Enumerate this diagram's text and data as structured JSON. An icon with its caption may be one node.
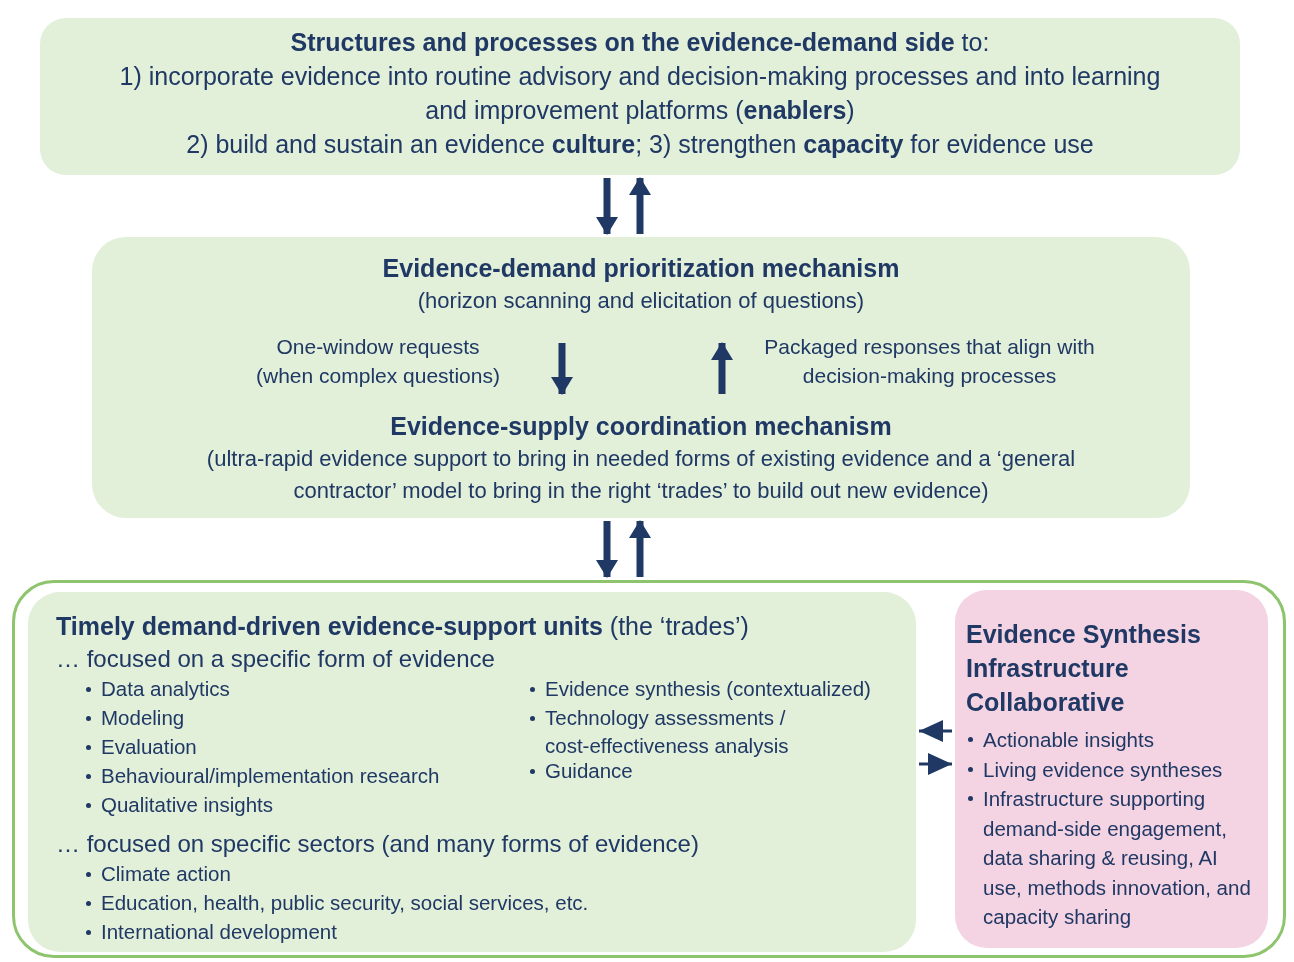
{
  "diagram": {
    "nodes": [
      {
        "text": [
          "**Structures and processes on the evidence-demand side** to:",
          "1) incorporate evidence into routine advisory and decision-making processes and into learning and improvement platforms (**enablers**)",
          "2) build and sustain an evidence **culture**; 3) strengthen **capacity** for evidence use"
        ]
      },
      {
        "text": [],
        "shape": "box"
      },
      {
        "text": [
          "Evidence-demand prioritization mechanism",
          "(horizon scanning and elicitation of questions)"
        ],
        "in": 1
      },
      {
        "text": [
          "Evidence-supply coordination mechanism",
          "(ultra-rapid evidence support to bring in needed forms of existing evidence and a ‘general contractor’ model to bring in the right ‘trades’ to build out new evidence)"
        ],
        "in": 1
      },
      {
        "text": [],
        "shape": "box"
      },
      {
        "text": [
          "**Timely demand-driven evidence-support units** (the ‘trades’)",
          "… focused on a specific form of evidence",
          "Data analytics",
          "Modeling",
          "Evaluation",
          "Behavioural/implementation research",
          "Qualitative insights",
          "Evidence synthesis (contextualized)",
          "Technology assessments / cost-effectiveness analysis",
          "Guidance",
          "… focused on specific sectors (and many forms of evidence)",
          "Climate action",
          "Education, health, public security, social services, etc.",
          "International development"
        ],
        "in": 4
      },
      {
        "text": [
          "Evidence Synthesis Infrastructure Collaborative",
          "Actionable insights",
          "Living evidence syntheses",
          "Infrastructure supporting demand-side engagement, data sharing & reusing, AI use, methods innovation, and capacity sharing"
        ],
        "in": 4
      }
    ],
    "edges": [
      {
        "from": 0,
        "to": 1,
        "arrow": "to"
      },
      {
        "from": 1,
        "to": 0,
        "arrow": "to"
      },
      {
        "from": 2,
        "to": 3,
        "arrow": "to",
        "label": "One-window requests (when complex questions)"
      },
      {
        "from": 3,
        "to": 2,
        "arrow": "to",
        "label": "Packaged responses that align with decision-making processes"
      },
      {
        "from": 1,
        "to": 4,
        "arrow": "to"
      },
      {
        "from": 4,
        "to": 1,
        "arrow": "to"
      },
      {
        "from": 6,
        "to": 5,
        "arrow": "to"
      },
      {
        "from": 5,
        "to": 6,
        "arrow": "to"
      }
    ]
  }
}
